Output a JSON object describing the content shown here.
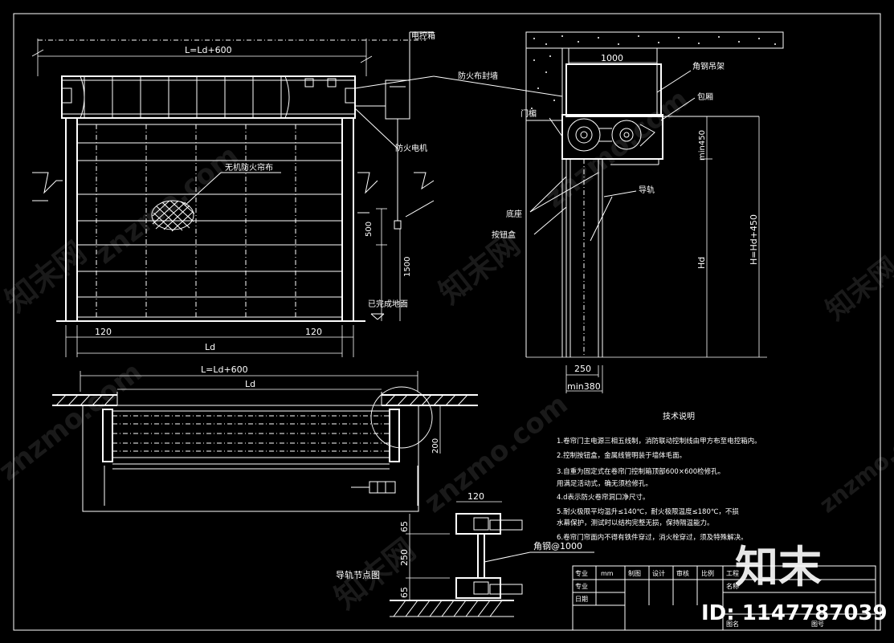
{
  "drawing": {
    "front_view": {
      "dim_top": "L=Ld+600",
      "dim_bottom": "Ld",
      "dim_left_offset": "120",
      "dim_right_offset": "120",
      "dim_500": "500",
      "dim_1500": "1500",
      "label_control_box": "电控箱",
      "label_fire_curtain_seal": "防火布封墙",
      "label_fire_motor": "防火电机",
      "label_inorganic_curtain": "无机防火帘布",
      "label_finished_floor": "已完成地面"
    },
    "side_view": {
      "dim_1000": "1000",
      "dim_min450": "min450",
      "dim_hd": "Hd",
      "dim_h": "H=Hd+450",
      "dim_250": "250",
      "dim_min380": "min380",
      "label_angle_hanger": "角钢吊架",
      "label_box": "包厢",
      "label_door_frame": "门楣",
      "label_guide_rail": "导轨",
      "label_base": "底座",
      "label_button_box": "按钮盒"
    },
    "plan_view": {
      "dim_top": "L=Ld+600",
      "dim_inner": "Ld",
      "dim_200": "200"
    },
    "rail_detail": {
      "title": "导轨节点图",
      "dim_120": "120",
      "dim_65_top": "65",
      "dim_250": "250",
      "dim_65_bottom": "65",
      "label_angle_steel": "角钢@1000"
    },
    "tech_notes": {
      "title": "技术说明",
      "lines": [
        "1.卷帘门主电源三相五线制，消防联动控制线由甲方布至电控箱内。",
        "2.控制按钮盒，金属线管明装于墙体毛面。",
        "3.自重为固定式在卷帘门控制箱顶部600×600检修孔。",
        "   用满足活动式，确无须检修孔。",
        "4.d表示防火卷帘洞口净尺寸。",
        "5.耐火极限平均温升≤140℃，耐火极限温度≤180℃，不损",
        "   水幕保护，测试时以结构完整无损，保持隔温能力。",
        "6.卷帘门帘面内不得有铁件穿过，消火栓穿过，须及特殊解决。"
      ]
    },
    "title_block": {
      "c1": "专业",
      "c2": "mm",
      "c3": "制图",
      "c4": "设计",
      "c5": "审核",
      "c6": "比例",
      "c7": "工程",
      "r2": "专业",
      "r3": "日期",
      "name_label": "名称",
      "drawing_no_label": "图号",
      "sheet_label": "图名",
      "scale_label": "比例"
    }
  },
  "watermark": {
    "brand": "知末",
    "site": "znzmo.com",
    "network": "知末网",
    "id_text": "ID: 1147787039"
  }
}
